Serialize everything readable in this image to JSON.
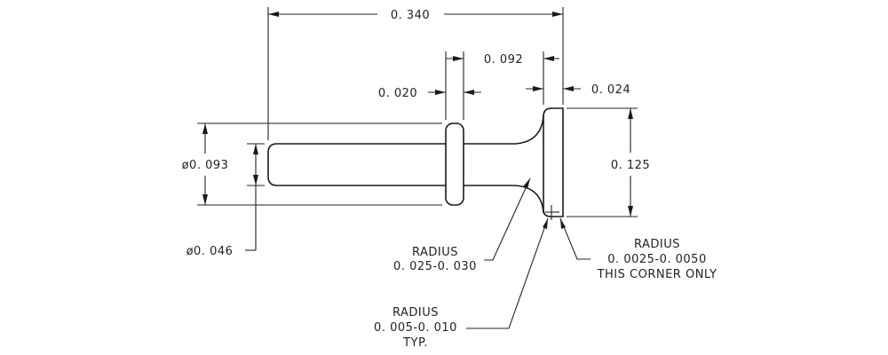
{
  "dimensions": {
    "overall_length": "0. 340",
    "collar_width": "0. 020",
    "neck_length": "0. 092",
    "head_thickness": "0. 024",
    "head_diameter": "0. 125",
    "collar_diameter": "ø0. 093",
    "shank_diameter": "ø0. 046"
  },
  "notes": {
    "fillet": {
      "line1": "RADIUS",
      "line2": "0. 025-0. 030"
    },
    "corner": {
      "line1": "RADIUS",
      "line2": "0. 0025-0. 0050",
      "line3": "THIS CORNER ONLY"
    },
    "typical": {
      "line1": "RADIUS",
      "line2": "0. 005-0. 010",
      "line3": "TYP."
    }
  }
}
